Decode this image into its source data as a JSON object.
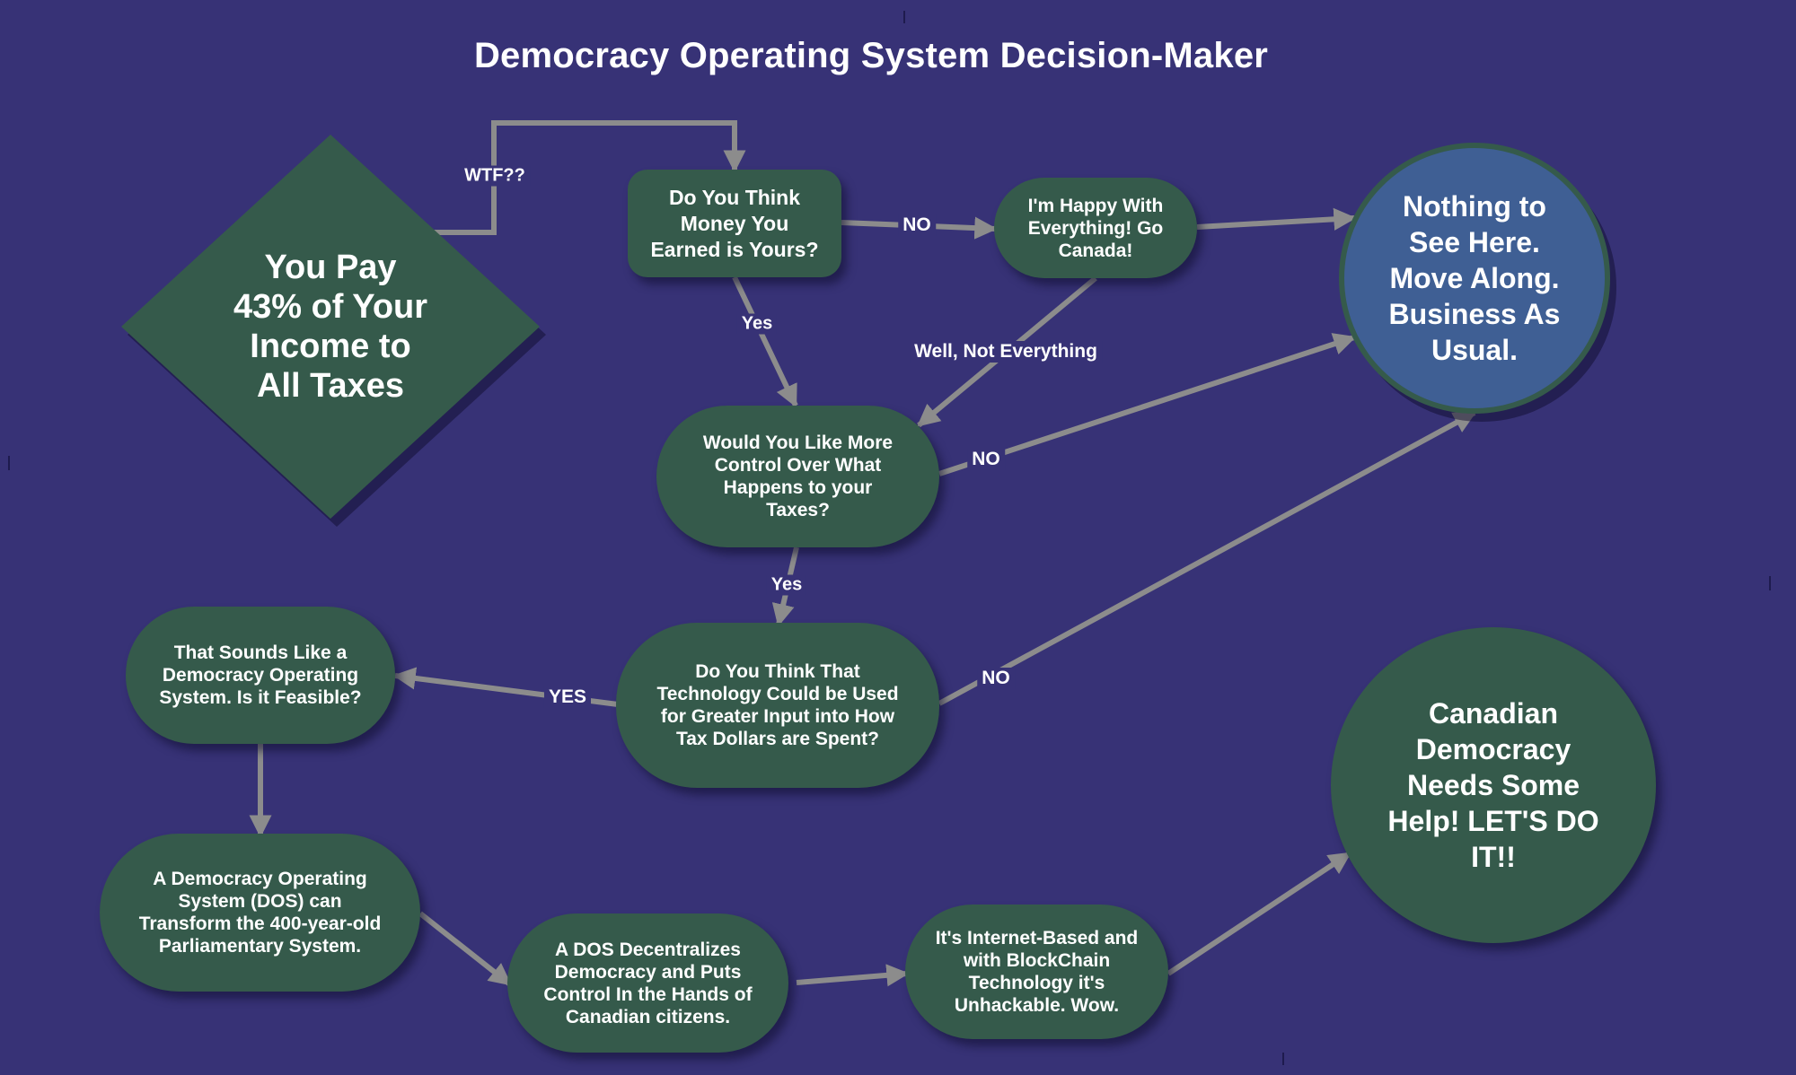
{
  "title": "Democracy Operating System Decision-Maker",
  "colors": {
    "background": "#373276",
    "node_fill": "#355a4b",
    "terminal_blue": "#3f5f94",
    "connector": "#8c8c8c",
    "text": "#ffffff"
  },
  "nodes": {
    "start": "You Pay\n43% of Your\nIncome to\nAll Taxes",
    "money_question": "Do You Think\nMoney You\nEarned is Yours?",
    "happy": "I'm Happy With\nEverything! Go\nCanada!",
    "nothing_to_see": "Nothing to\nSee Here.\nMove Along.\nBusiness As\nUsual.",
    "more_control": "Would You Like More\nControl Over What\nHappens to your\nTaxes?",
    "technology_question": "Do You Think That\nTechnology Could be Used\nfor Greater Input into How\nTax Dollars are Spent?",
    "sounds_like_dos": "That Sounds Like a\nDemocracy Operating\nSystem. Is it Feasible?",
    "dos_transform": "A Democracy Operating\nSystem (DOS) can\nTransform the 400-year-old\nParliamentary System.",
    "dos_decentralizes": "A DOS Decentralizes\nDemocracy and Puts\nControl In the Hands of\nCanadian citizens.",
    "internet_based": "It's Internet-Based and\nwith BlockChain\nTechnology it's\nUnhackable. Wow.",
    "canadian_democracy": "Canadian\nDemocracy\nNeeds Some\nHelp! LET'S DO\nIT!!"
  },
  "edges": [
    {
      "from": "start",
      "to": "money_question",
      "label": "WTF??"
    },
    {
      "from": "money_question",
      "to": "happy",
      "label": "NO"
    },
    {
      "from": "money_question",
      "to": "more_control",
      "label": "Yes"
    },
    {
      "from": "happy",
      "to": "nothing_to_see",
      "label": ""
    },
    {
      "from": "happy",
      "to": "more_control",
      "label": "Well, Not Everything"
    },
    {
      "from": "more_control",
      "to": "nothing_to_see",
      "label": "NO"
    },
    {
      "from": "more_control",
      "to": "technology_question",
      "label": "Yes"
    },
    {
      "from": "technology_question",
      "to": "nothing_to_see",
      "label": "NO"
    },
    {
      "from": "technology_question",
      "to": "sounds_like_dos",
      "label": "YES"
    },
    {
      "from": "sounds_like_dos",
      "to": "dos_transform",
      "label": ""
    },
    {
      "from": "dos_transform",
      "to": "dos_decentralizes",
      "label": ""
    },
    {
      "from": "dos_decentralizes",
      "to": "internet_based",
      "label": ""
    },
    {
      "from": "internet_based",
      "to": "canadian_democracy",
      "label": ""
    }
  ]
}
